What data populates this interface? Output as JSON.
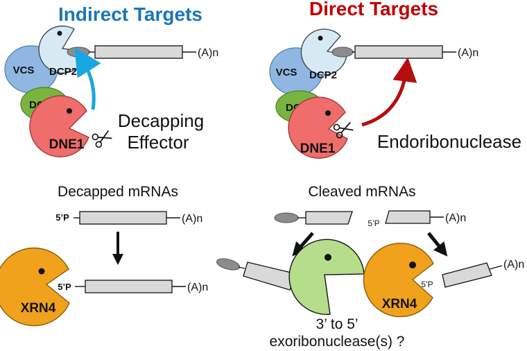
{
  "left": {
    "header": "Indirect Targets",
    "header_color": "#1b75bb",
    "complex": {
      "vcs": "VCS",
      "dcp2": "DCP2",
      "dcp1": "DCP1",
      "dne1": "DNE1"
    },
    "role_line1": "Decapping",
    "role_line2": "Effector",
    "mrna_tail": "(A)n",
    "section_title": "Decapped mRNAs",
    "five_p": "5’P",
    "xrn4": "XRN4"
  },
  "right": {
    "header": "Direct Targets",
    "header_color": "#c00000",
    "complex": {
      "vcs": "VCS",
      "dcp2": "DCP2",
      "dcp1": "DCP1",
      "dne1": "DNE1"
    },
    "role": "Endoribonuclease",
    "mrna_tail": "(A)n",
    "section_title": "Cleaved mRNAs",
    "five_p": "5’P",
    "exo_line1": "3’ to 5’",
    "exo_line2": "exoribonuclease(s) ?",
    "xrn4": "XRN4"
  },
  "colors": {
    "vcs": "#8fb7e2",
    "dcp2": "#d7e9f3",
    "dcp1": "#79b441",
    "dne1": "#ef6d6a",
    "xrn4": "#f0a21c",
    "exo": "#b5dd8c",
    "cap": "#8c8c8c",
    "mrna": "#d9d9d9",
    "arrow_indirect": "#1aa6e0",
    "arrow_direct": "#b40e0e"
  }
}
